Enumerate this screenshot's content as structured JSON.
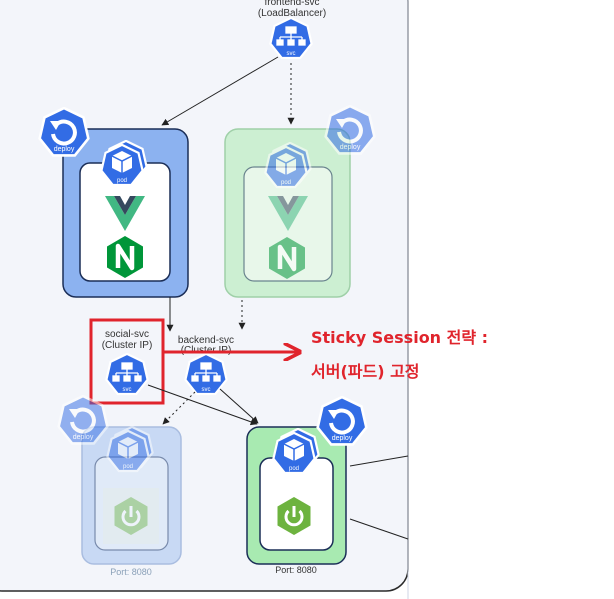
{
  "frontend_svc": {
    "name": "frontend-svc",
    "type": "(LoadBalancer)",
    "icon_label": "svc"
  },
  "deploy_label": "deploy",
  "pod_label": "pod",
  "social_svc": {
    "name": "social-svc",
    "type": "(Cluster IP)",
    "icon_label": "svc"
  },
  "backend_svc": {
    "name": "backend-svc",
    "type": "(Cluster IP)",
    "icon_label": "svc"
  },
  "port_left": "Port: 8080",
  "port_right": "Port: 8080",
  "annotation": {
    "line1": "Sticky Session 전략 :",
    "line2": "서버(파드) 고정"
  },
  "colors": {
    "k8s_blue": "#326ce5",
    "highlight_red": "#e0242c",
    "deploy_blue_fill": "#8cb2f0",
    "deploy_green_fill": "#ccefd2",
    "vue_green": "#41b883",
    "vue_dark": "#35495e",
    "nginx_green": "#009639",
    "spring_green": "#6db33f"
  }
}
